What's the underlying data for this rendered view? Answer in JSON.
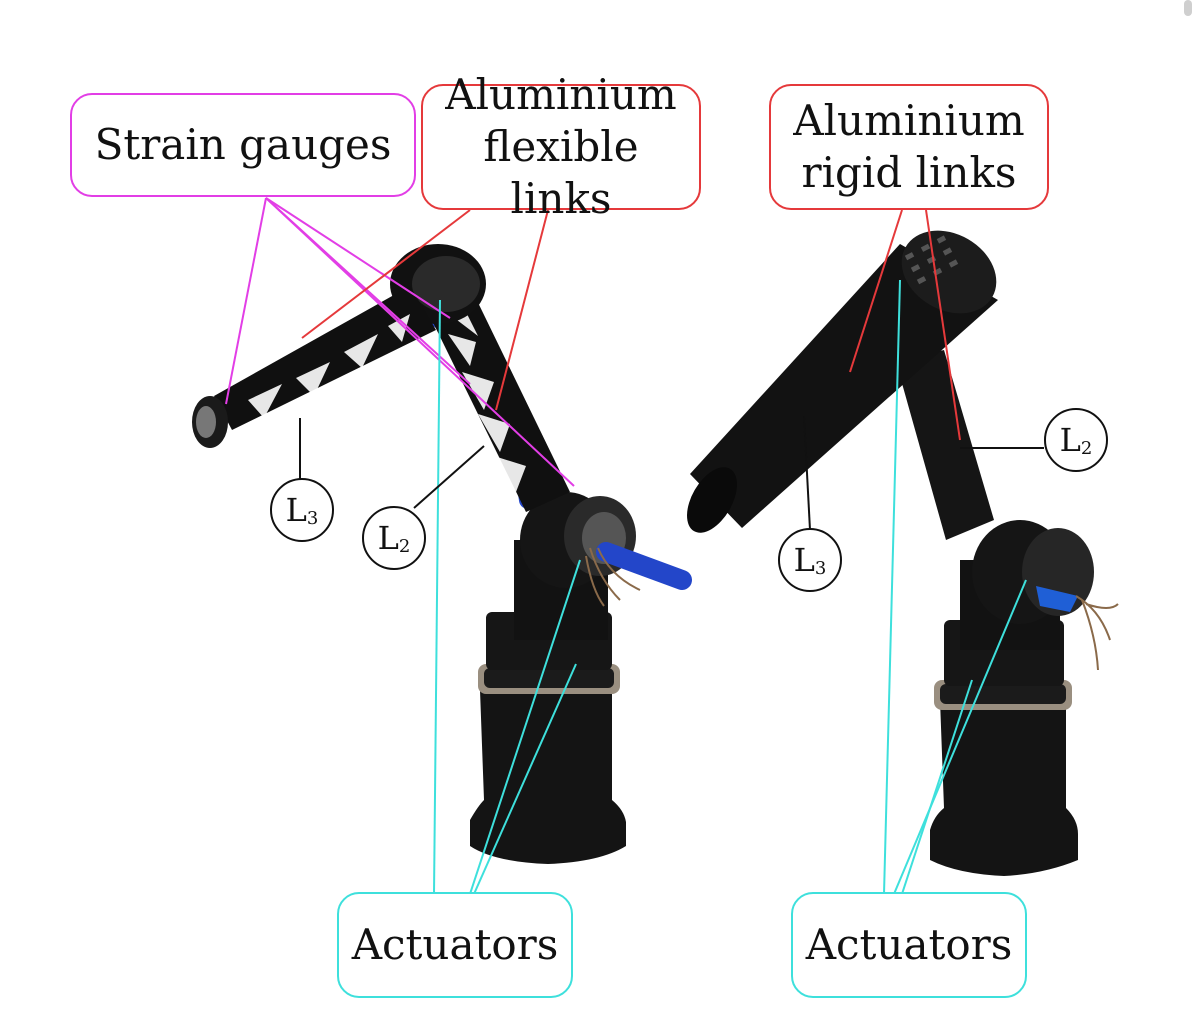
{
  "colors": {
    "strain": "#e23ee6",
    "links": "#e5393b",
    "actuators": "#3ee0dc",
    "link_label": "#111111",
    "robot": "#141414",
    "tube": "#2346c9"
  },
  "left_robot": {
    "strain_label": "Strain gauges",
    "flex_links_label": {
      "line1": "Aluminium",
      "line2": "flexible links"
    },
    "l3": {
      "letter": "L",
      "sub": "3"
    },
    "l2": {
      "letter": "L",
      "sub": "2"
    },
    "actuators_label": "Actuators"
  },
  "right_robot": {
    "rigid_links_label": {
      "line1": "Aluminium",
      "line2": "rigid links"
    },
    "l3": {
      "letter": "L",
      "sub": "3"
    },
    "l2": {
      "letter": "L",
      "sub": "2"
    },
    "actuators_label": "Actuators"
  }
}
